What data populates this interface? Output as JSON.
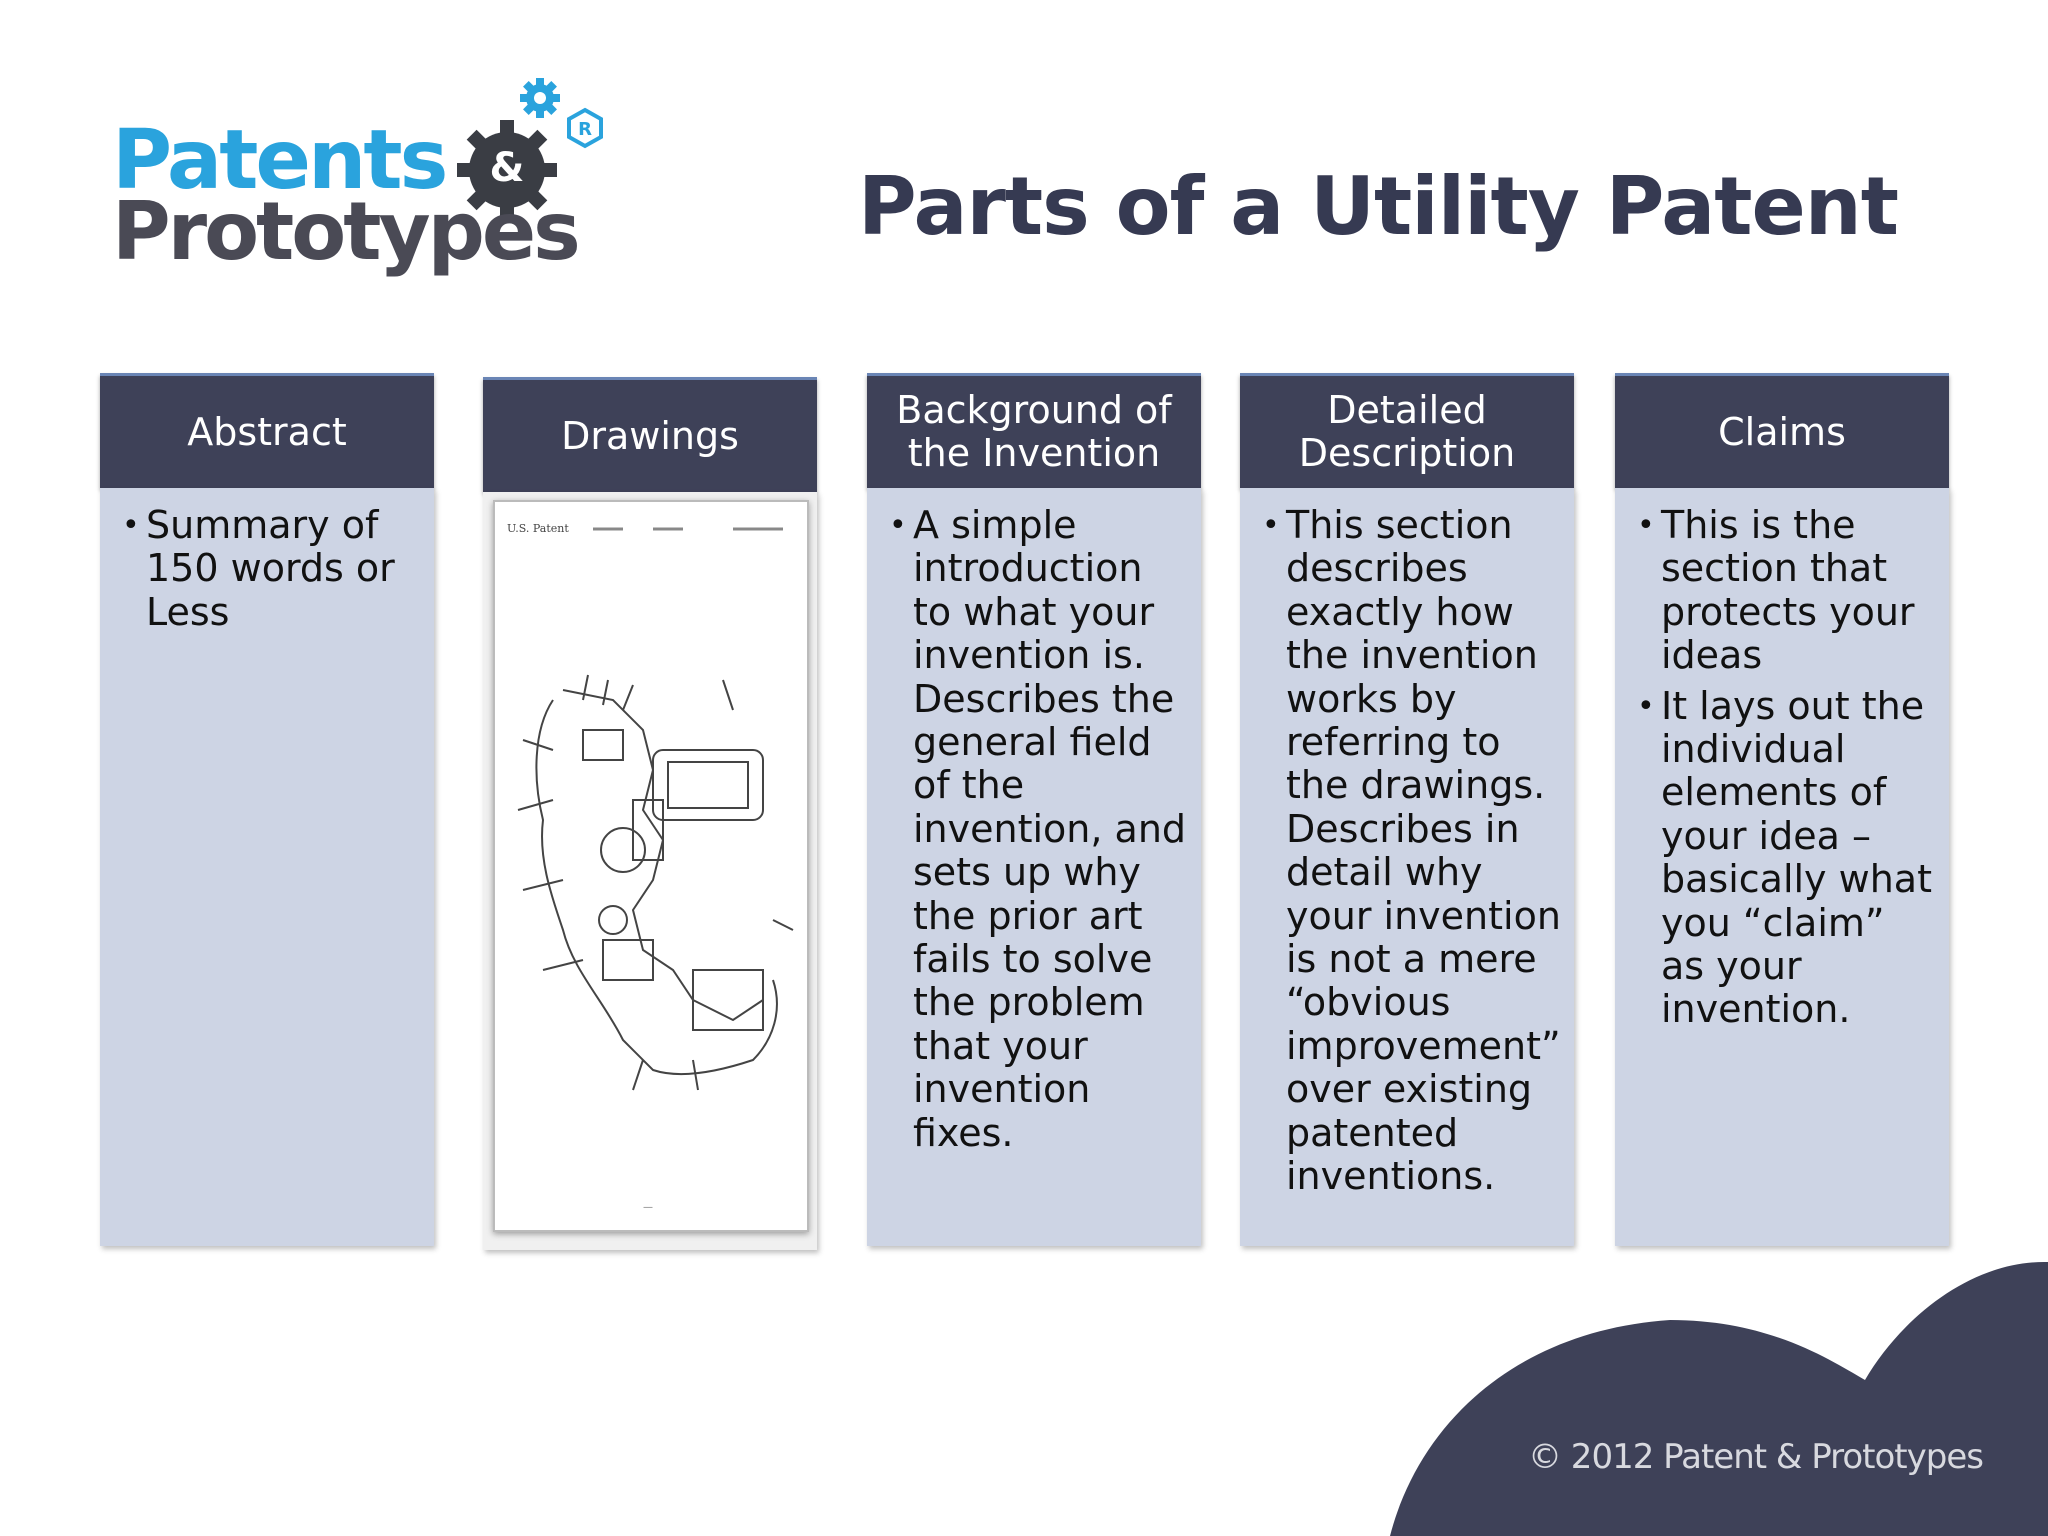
{
  "logo": {
    "line1": "Patents",
    "line2": "Prototypes",
    "ampersand": "&",
    "registered": "R",
    "colors": {
      "blue": "#2aa3dd",
      "gray": "#4a4a55",
      "gear": "#3a3d44"
    }
  },
  "title": "Parts of a Utility Patent",
  "columns": [
    {
      "header": "Abstract",
      "bullets": [
        "Summary of 150 words or Less"
      ]
    },
    {
      "header": "Drawings",
      "image": "patent-drawing-sheet",
      "sheet_header": "U.S. Patent"
    },
    {
      "header": "Background of the Invention",
      "bullets": [
        "A simple introduction to what your invention is. Describes the general field of the invention, and sets up why the prior art fails to solve the problem that your invention fixes."
      ]
    },
    {
      "header": "Detailed Description",
      "bullets": [
        "This section describes exactly how the invention works by referring to the drawings. Describes in detail why your invention is not a mere “obvious improvement” over existing patented inventions."
      ]
    },
    {
      "header": "Claims",
      "bullets": [
        "This is the section that protects your ideas",
        "It lays out the individual elements of your idea – basically what you “claim” as your invention."
      ]
    }
  ],
  "footer": "© 2012 Patent & Prototypes",
  "colors": {
    "header_bg": "#3e4158",
    "body_bg": "#cdd4e4",
    "title": "#363a52",
    "footer_blob": "#3e4158"
  }
}
